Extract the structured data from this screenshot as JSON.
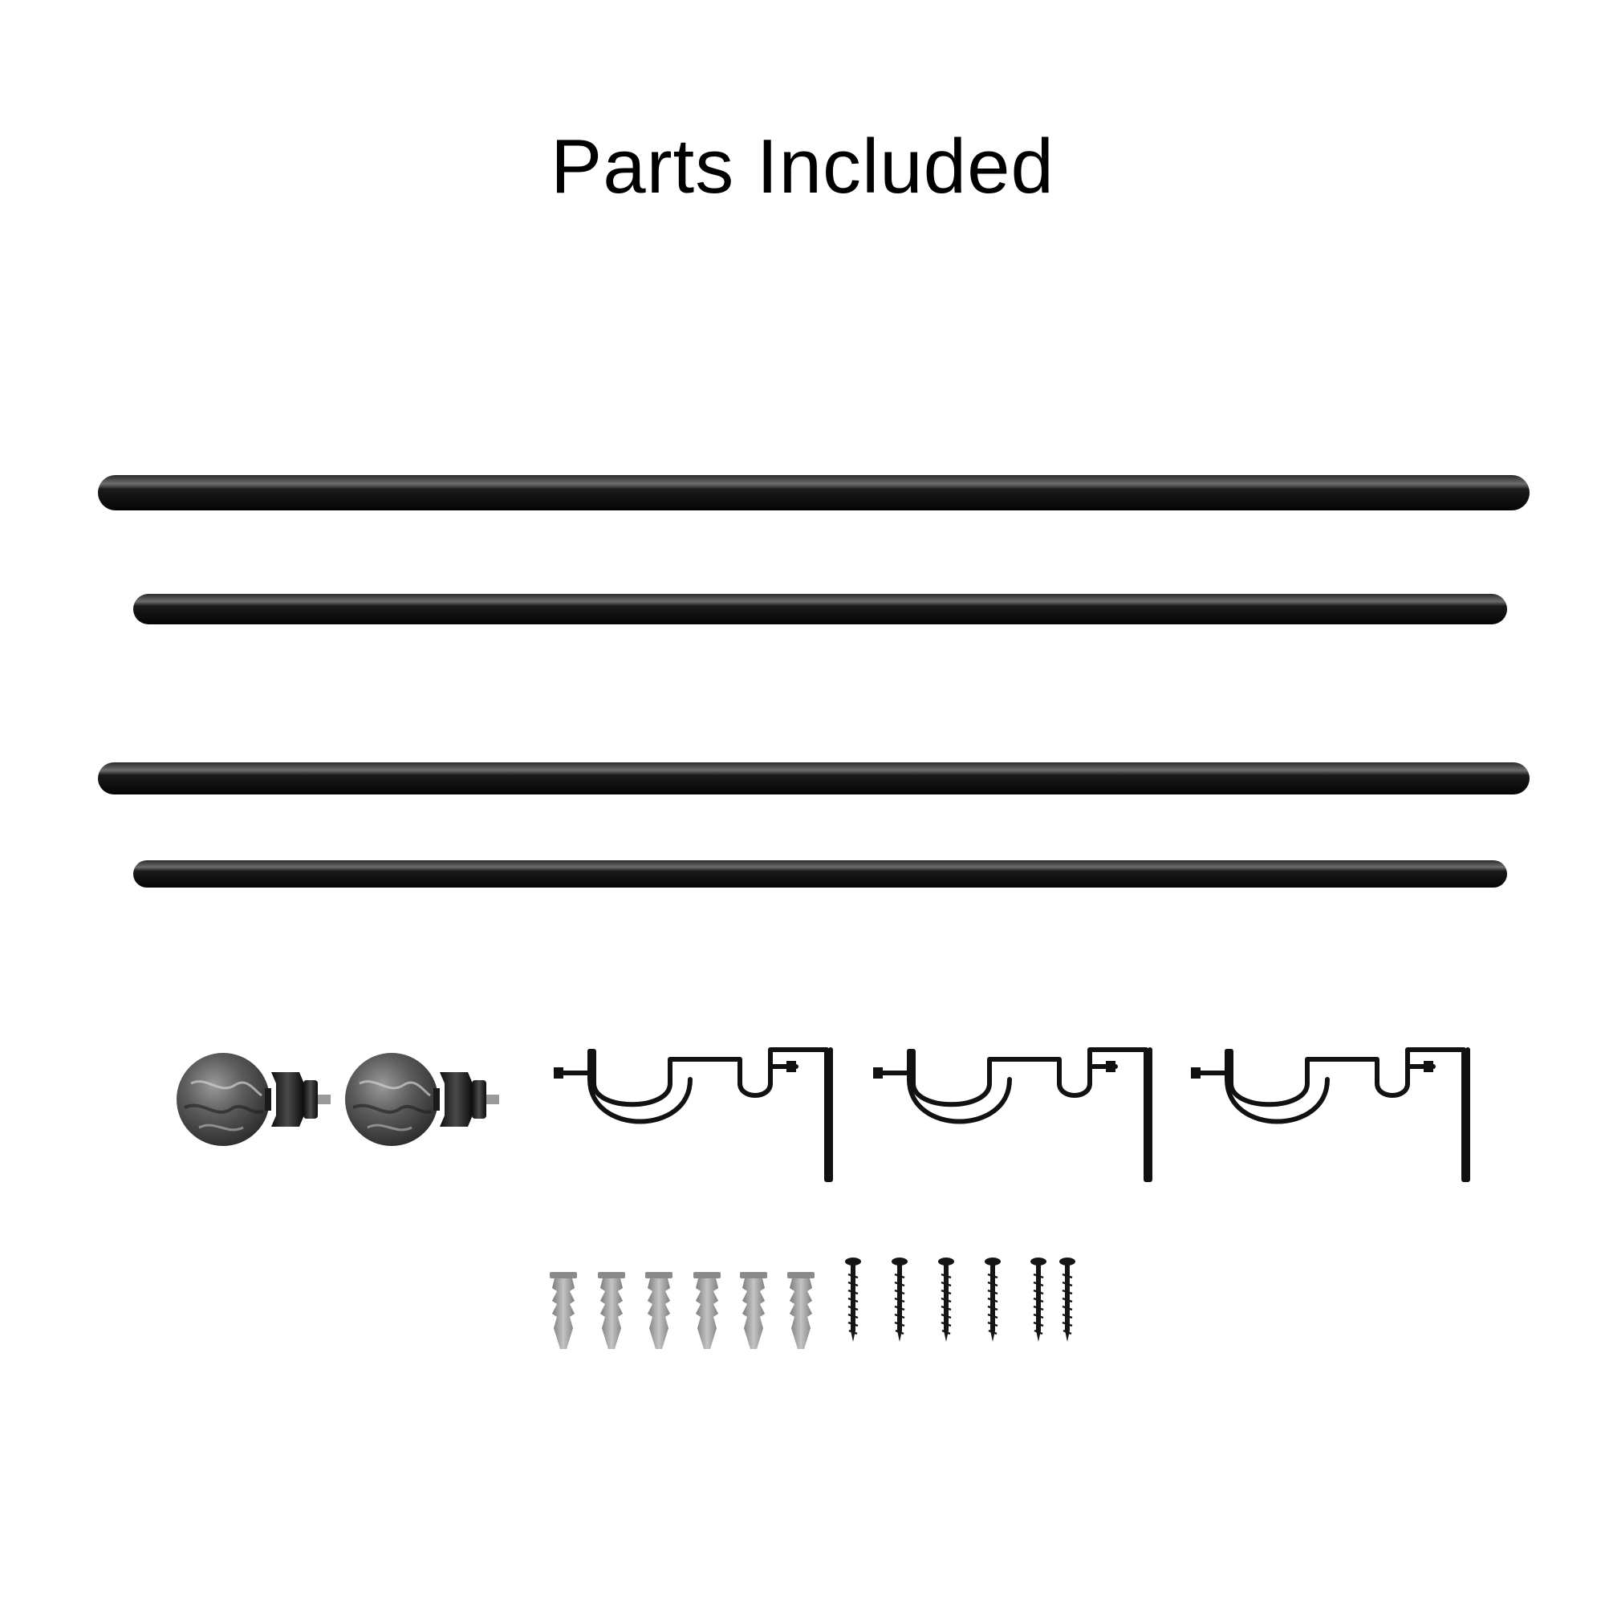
{
  "page": {
    "title": "Parts Included"
  },
  "parts": {
    "rods": [
      {
        "name": "long-rod",
        "count": 2
      },
      {
        "name": "short-rod",
        "count": 2
      }
    ],
    "finials": {
      "count": 2,
      "style": "marble-ball-icon"
    },
    "brackets": {
      "count": 3,
      "style": "double-bracket-icon"
    },
    "anchors": {
      "count": 6,
      "style": "wall-anchor-icon"
    },
    "screws": {
      "count": 6,
      "style": "screw-icon"
    }
  },
  "colors": {
    "background": "#ffffff",
    "rod": "#0d0d0d",
    "rod_highlight": "#6a6a6a",
    "anchor": "#9a9a9a",
    "screw": "#151515",
    "finial_base": "#1c1c1c",
    "finial_marble": "#5a5a5a"
  }
}
